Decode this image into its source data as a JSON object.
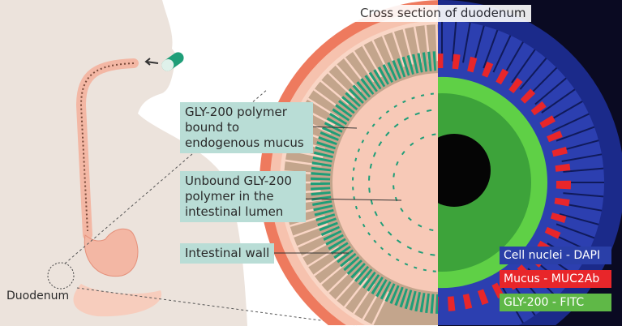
{
  "title": "Cross section of duodenum",
  "labels": {
    "bound": "GLY-200 polymer bound to endogenous mucus",
    "unbound": "Unbound GLY-200 polymer in the intestinal lumen",
    "wall": "Intestinal wall",
    "duodenum": "Duodenum"
  },
  "legend": [
    {
      "label": "Cell nuclei - DAPI",
      "color": "#2a3fa8"
    },
    {
      "label": "Mucus - MUC2Ab",
      "color": "#e8262a"
    },
    {
      "label": "GLY-200 - FITC",
      "color": "#5fb847"
    }
  ]
}
